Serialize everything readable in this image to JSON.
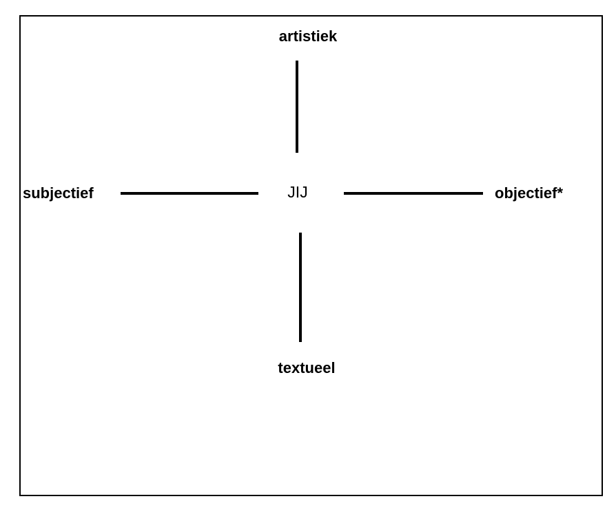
{
  "diagram": {
    "type": "axis-cross",
    "center_label": "JIJ",
    "axes": {
      "vertical": {
        "top_label": "artistiek",
        "bottom_label": "textueel"
      },
      "horizontal": {
        "left_label": "subjectief",
        "right_label": "objectief*"
      }
    },
    "colors": {
      "line": "#000000",
      "text": "#000000",
      "background": "#ffffff"
    }
  }
}
